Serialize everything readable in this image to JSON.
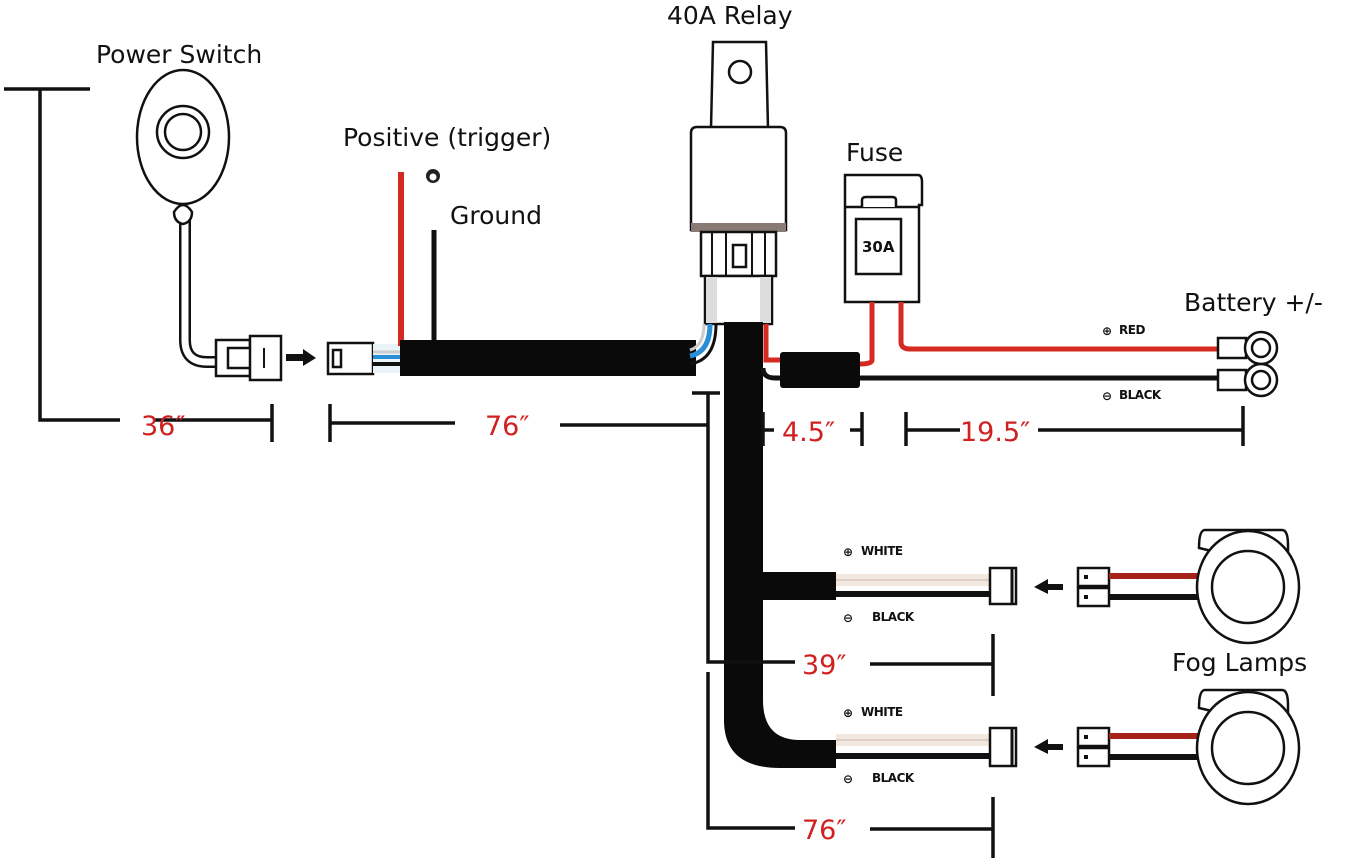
{
  "title": "Fog Lamp Wiring Harness Diagram",
  "colors": {
    "red_wire": "#d42a22",
    "black_wire": "#111111",
    "blue_wire": "#2a8fd6",
    "dimension_text": "#d02020",
    "outline": "#111111"
  },
  "components": {
    "power_switch": {
      "label": "Power Switch"
    },
    "relay": {
      "label": "40A Relay"
    },
    "fuse": {
      "label": "Fuse",
      "rating": "30A"
    },
    "battery": {
      "label": "Battery +/-"
    },
    "fog_lamps": {
      "label": "Fog Lamps",
      "count": 2
    },
    "trigger": {
      "positive_label": "Positive (trigger)",
      "ground_label": "Ground"
    }
  },
  "wire_labels": {
    "battery_positive": {
      "symbol": "⊕",
      "text": "RED"
    },
    "battery_negative": {
      "symbol": "⊖",
      "text": "BLACK"
    },
    "lamp1_positive": {
      "symbol": "⊕",
      "text": "WHITE"
    },
    "lamp1_negative": {
      "symbol": "⊖",
      "text": "BLACK"
    },
    "lamp2_positive": {
      "symbol": "⊕",
      "text": "WHITE"
    },
    "lamp2_negative": {
      "symbol": "⊖",
      "text": "BLACK"
    }
  },
  "dimensions": {
    "switch_lead": "36″",
    "main_harness": "76″",
    "fuse_lead": "4.5″",
    "battery_lead": "19.5″",
    "lamp1_lead": "39″",
    "lamp2_lead": "76″"
  }
}
